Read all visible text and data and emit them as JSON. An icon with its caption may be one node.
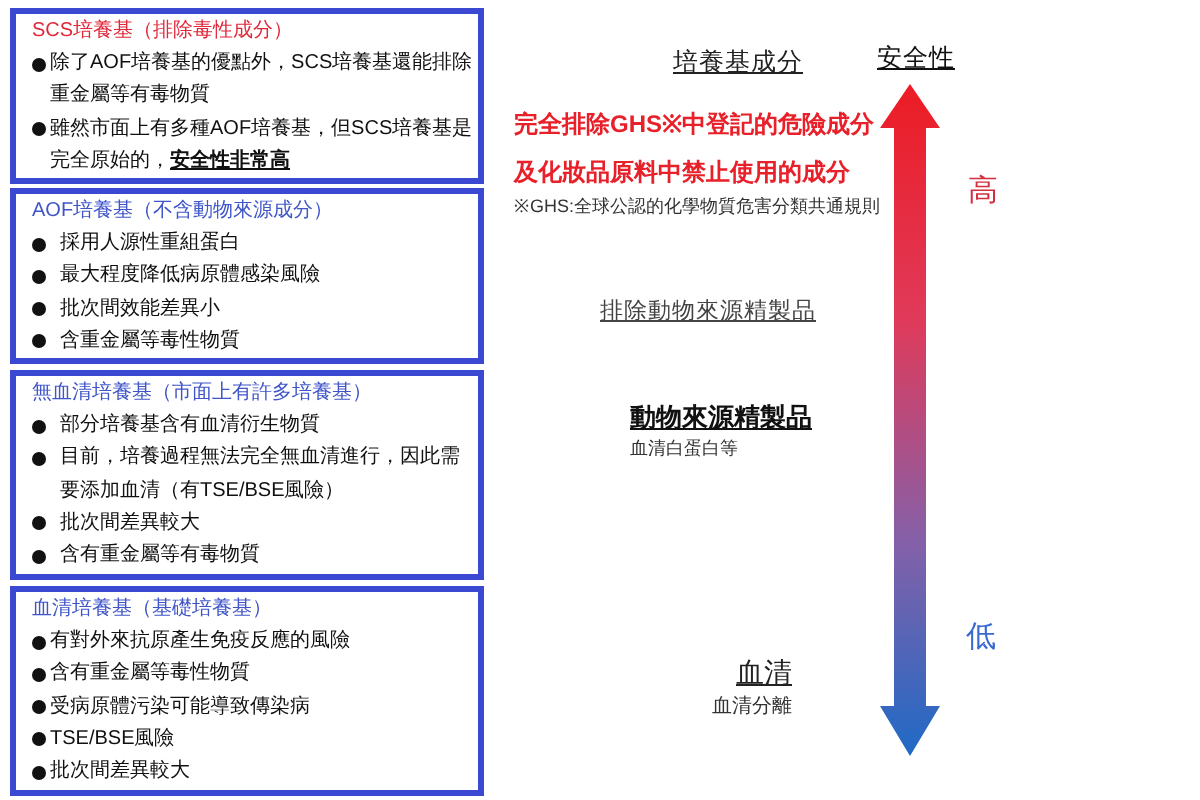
{
  "diagram": {
    "nodes": [
      {
        "text": [
          "SCS培養基（排除毒性成分）",
          "除了AOF培養基的優點外，SCS培養基還能排除重金屬等有毒物質",
          "雖然市面上有多種AOF培養基，但SCS培養基是完全原始的，**安全性非常高**"
        ]
      },
      {
        "text": [
          "AOF培養基（不含動物來源成分）",
          "採用人源性重組蛋白",
          "最大程度降低病原體感染風險",
          "批次間效能差異小",
          "含重金屬等毒性物質"
        ]
      },
      {
        "text": [
          "無血清培養基（市面上有許多培養基）",
          "部分培養基含有血清衍生物質",
          "目前，培養過程無法完全無血清進行，因此需要添加血清（有TSE/BSE風險）",
          "批次間差異較大",
          "含有重金屬等有毒物質"
        ]
      },
      {
        "text": [
          "血清培養基（基礎培養基）",
          "有對外來抗原產生免疫反應的風險",
          "含有重金屬等毒性物質",
          "受病原體污染可能導致傳染病",
          "TSE/BSE風險",
          "批次間差異較大"
        ]
      }
    ],
    "labels": [
      "培養基成分",
      "安全性",
      "完全排除GHS※中登記的危險成分及化妝品原料中禁止使用的成分",
      "高",
      "※GHS:全球公認的化學物質危害分類共通規則",
      "排除動物來源精製品",
      "動物來源精製品",
      "血清白蛋白等",
      "低",
      "血清",
      "血清分離"
    ]
  }
}
